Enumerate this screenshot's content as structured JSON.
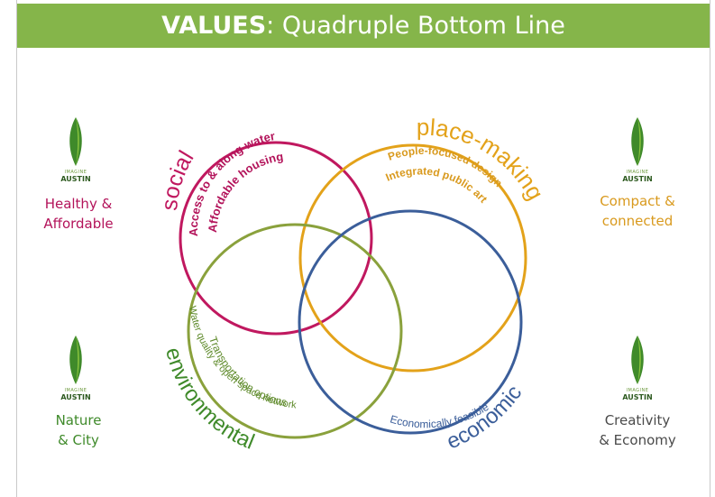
{
  "title": {
    "bold": "VALUES",
    "rest": ": Quadruple Bottom Line"
  },
  "logo": {
    "imagine": "IMAGINE",
    "austin": "AUSTIN"
  },
  "captions": {
    "top_left": [
      "Healthy &",
      "Affordable"
    ],
    "top_right": [
      "Compact &",
      "connected"
    ],
    "bottom_left": [
      "Nature",
      "& City"
    ],
    "bottom_right": [
      "Creativity",
      "& Economy"
    ]
  },
  "circles": {
    "social": {
      "label": "social",
      "items": [
        "Access to & along water",
        "Affordable housing"
      ],
      "color": "#c0185f"
    },
    "placemaking": {
      "label": "place-making",
      "items": [
        "People-focused design",
        "Integrated public art"
      ],
      "color": "#e3a21a"
    },
    "environmental": {
      "label": "environmental",
      "items": [
        "Water quality & open space network",
        "Transportation options"
      ],
      "color": "#7a9a35"
    },
    "economic": {
      "label": "economic",
      "items": [
        "Economically feasible"
      ],
      "color": "#3b5e9a"
    }
  },
  "colors": {
    "banner": "#85b54a",
    "caption_social": "#b3135a",
    "caption_placemaking": "#d99a1e",
    "caption_environmental": "#3f8a2a",
    "caption_economic": "#4a4a4a"
  }
}
